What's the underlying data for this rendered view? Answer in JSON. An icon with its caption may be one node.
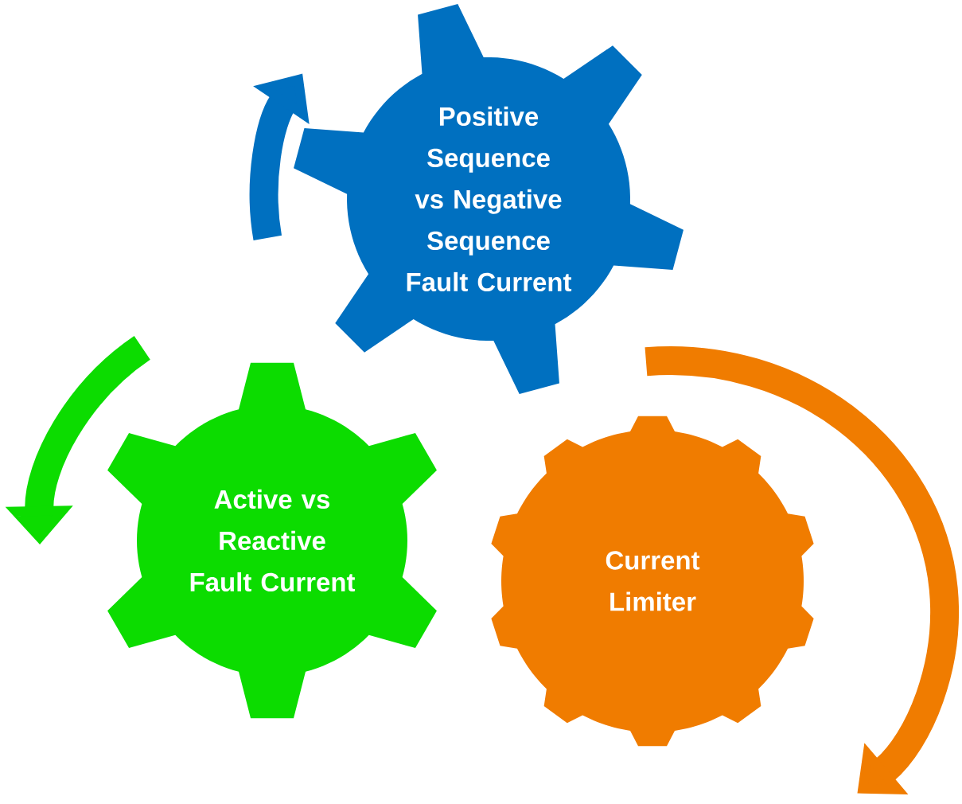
{
  "diagram": {
    "nodes": [
      {
        "text": [
          "Positive Sequence vs Negative Sequence Fault Current"
        ]
      },
      {
        "text": [
          "Active vs Reactive Fault Current"
        ]
      },
      {
        "text": [
          "Current Limiter"
        ]
      }
    ]
  }
}
